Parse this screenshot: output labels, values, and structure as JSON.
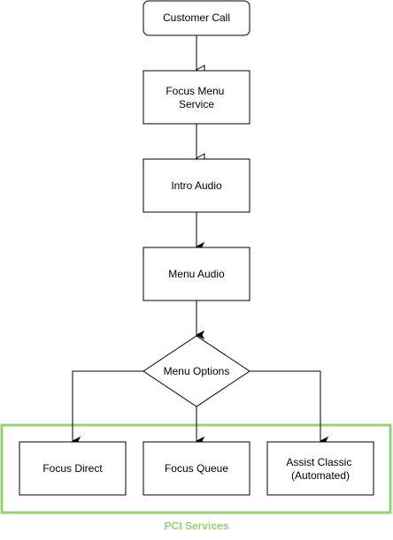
{
  "diagram": {
    "nodes": {
      "customer_call": "Customer Call",
      "focus_menu_service": [
        "Focus Menu",
        "Service"
      ],
      "intro_audio": "Intro Audio",
      "menu_audio": "Menu Audio",
      "menu_options": "Menu Options",
      "focus_direct": "Focus Direct",
      "focus_queue": "Focus Queue",
      "assist_classic": [
        "Assist Classic",
        "(Automated)"
      ]
    },
    "group": {
      "label": "PCI Services",
      "color": "#97d077"
    },
    "colors": {
      "stroke": "#000000",
      "fill": "#ffffff"
    },
    "edges": [
      {
        "from": "Customer Call",
        "to": "Focus Menu Service",
        "arrow": "open"
      },
      {
        "from": "Focus Menu Service",
        "to": "Intro Audio",
        "arrow": "open"
      },
      {
        "from": "Intro Audio",
        "to": "Menu Audio",
        "arrow": "filled"
      },
      {
        "from": "Menu Audio",
        "to": "Menu Options",
        "arrow": "filled"
      },
      {
        "from": "Menu Options",
        "to": "Focus Direct",
        "arrow": "filled"
      },
      {
        "from": "Menu Options",
        "to": "Focus Queue",
        "arrow": "filled"
      },
      {
        "from": "Menu Options",
        "to": "Assist Classic (Automated)",
        "arrow": "filled"
      }
    ]
  }
}
